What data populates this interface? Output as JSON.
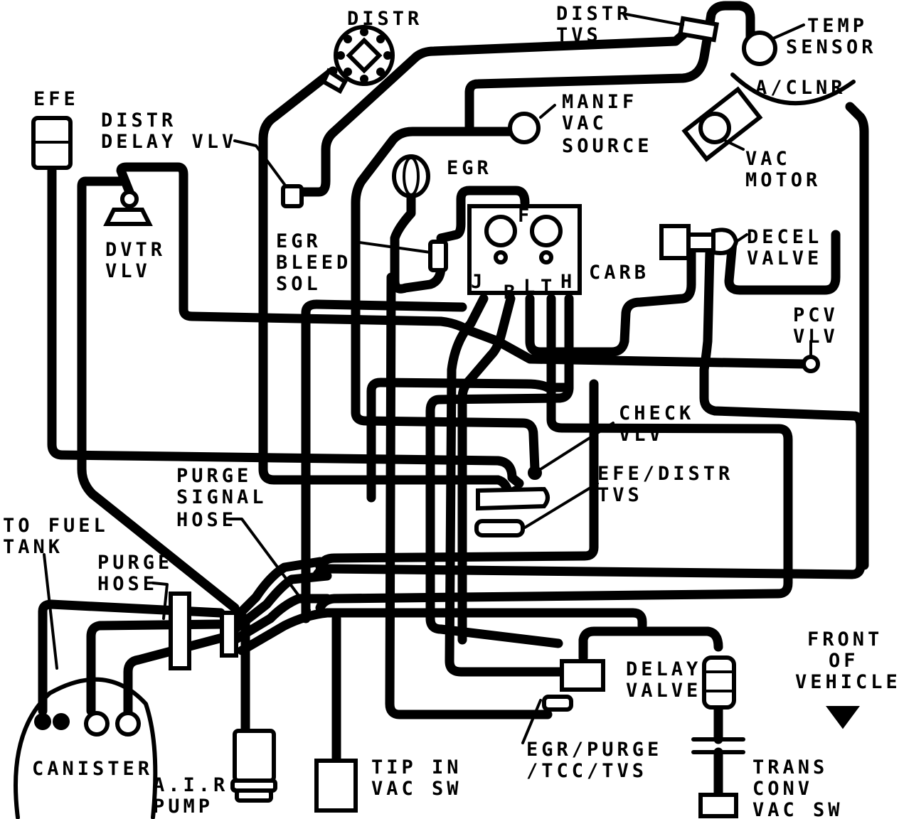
{
  "labels": {
    "distr": "DISTR",
    "distr_tvs_1": "DISTR",
    "distr_tvs_2": "TVS",
    "temp_sensor_1": "TEMP",
    "temp_sensor_2": "SENSOR",
    "efe": "EFE",
    "distr_delay_1": "DISTR",
    "distr_delay_2": "DELAY VLV",
    "manif_1": "MANIF",
    "manif_2": "VAC",
    "manif_3": "SOURCE",
    "a_clnr": "A/CLNR",
    "vac_motor_1": "VAC",
    "vac_motor_2": "MOTOR",
    "egr": "EGR",
    "dvtr_1": "DVTR",
    "dvtr_2": "VLV",
    "egr_bleed_1": "EGR",
    "egr_bleed_2": "BLEED",
    "egr_bleed_3": "SOL",
    "carb": "CARB",
    "carb_port_f": "F",
    "carb_port_j": "J",
    "carb_port_b": "B",
    "carb_port_l": "L",
    "carb_port_t": "T",
    "carb_port_h": "H",
    "decel_1": "DECEL",
    "decel_2": "VALVE",
    "pcv_1": "PCV",
    "pcv_2": "VLV",
    "check_1": "CHECK",
    "check_2": "VLV",
    "efe_distr_1": "EFE/DISTR",
    "efe_distr_2": "TVS",
    "purge_signal_1": "PURGE",
    "purge_signal_2": "SIGNAL",
    "purge_signal_3": "HOSE",
    "to_fuel_1": "TO FUEL",
    "to_fuel_2": "TANK",
    "purge_hose_1": "PURGE",
    "purge_hose_2": "HOSE",
    "front_1": "FRONT",
    "front_2": "OF",
    "front_3": "VEHICLE",
    "delay_valve_1": "DELAY",
    "delay_valve_2": "VALVE",
    "canister": "CANISTER",
    "air_pump_1": "A.I.R.",
    "air_pump_2": "PUMP",
    "tip_in_1": "TIP IN",
    "tip_in_2": "VAC SW",
    "egr_purge_1": "EGR/PURGE",
    "egr_purge_2": "/TCC/TVS",
    "trans_1": "TRANS",
    "trans_2": "CONV",
    "trans_3": "VAC SW"
  },
  "icons": {
    "front_arrow": "down-arrow-icon"
  }
}
